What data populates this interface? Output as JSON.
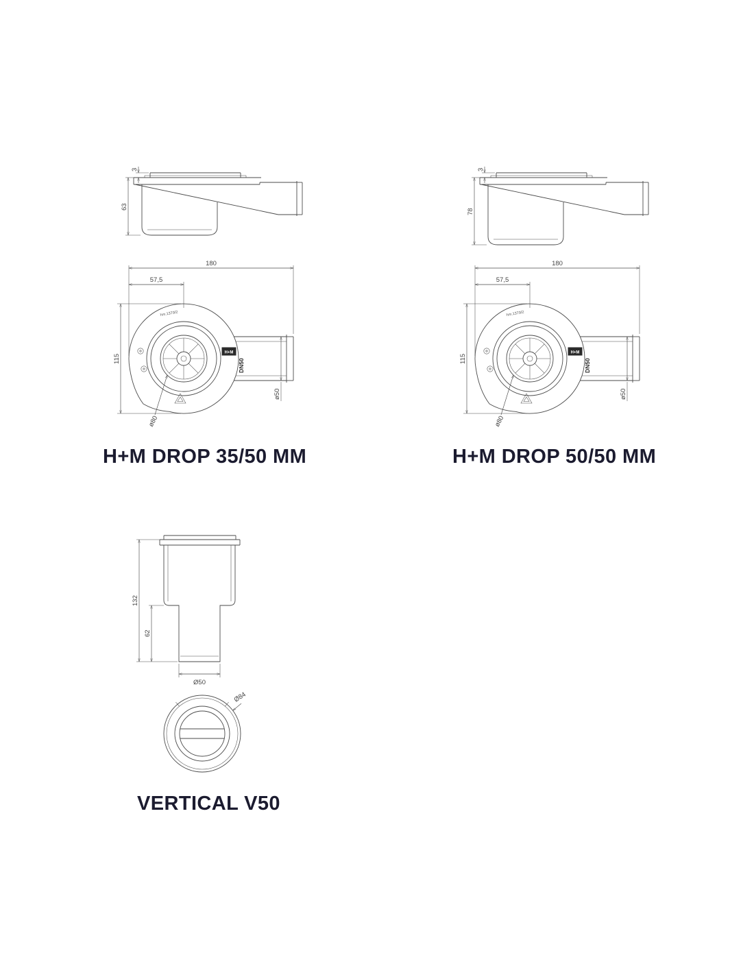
{
  "page": {
    "background": "#ffffff"
  },
  "colors": {
    "line": "#4a4a4a",
    "label": "#1b1b2f"
  },
  "products": [
    {
      "label": "H+M DROP 35/50 MM",
      "side_view": {
        "flange_thickness": "3",
        "total_height": "63"
      },
      "top_view": {
        "overall_length": "180",
        "outlet_offset": "57,5",
        "body_width": "115",
        "outlet_diameter": "ø50",
        "grate_diameter": "ø80",
        "outlet_marking": "DN50",
        "logo": "H+M",
        "mold_marking": "hm.1379/2"
      }
    },
    {
      "label": "H+M DROP 50/50 MM",
      "side_view": {
        "flange_thickness": "3",
        "total_height": "78"
      },
      "top_view": {
        "overall_length": "180",
        "outlet_offset": "57,5",
        "body_width": "115",
        "outlet_diameter": "ø50",
        "grate_diameter": "ø80",
        "outlet_marking": "DN50",
        "logo": "H+M",
        "mold_marking": "hm.1379/2"
      }
    },
    {
      "label": "VERTICAL V50",
      "side_view": {
        "total_height": "132",
        "outlet_length": "62",
        "outlet_diameter": "Ø50"
      },
      "top_view": {
        "body_diameter": "Ø84"
      }
    }
  ]
}
